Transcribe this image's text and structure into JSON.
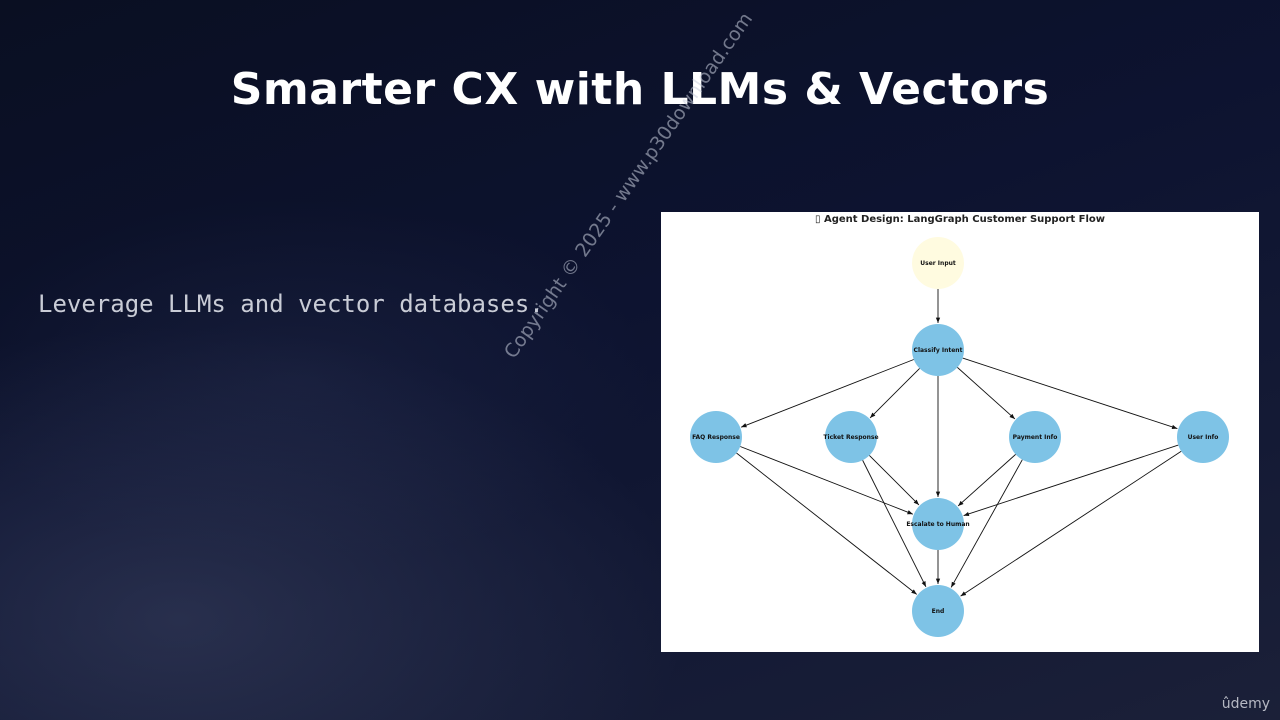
{
  "slide": {
    "title": "Smarter CX with LLMs & Vectors",
    "bullet": "Leverage LLMs and vector databases."
  },
  "watermark": "Copyright © 2025 - www.p30download.com",
  "brand": "ûdemy",
  "diagram": {
    "title": "▯ Agent Design: LangGraph Customer Support Flow",
    "nodes": [
      {
        "id": "user_input",
        "label": "User Input",
        "color": "#fffbe0"
      },
      {
        "id": "classify",
        "label": "Classify Intent",
        "color": "#7ec3e6"
      },
      {
        "id": "faq",
        "label": "FAQ Response",
        "color": "#7ec3e6"
      },
      {
        "id": "ticket",
        "label": "Ticket Response",
        "color": "#7ec3e6"
      },
      {
        "id": "payment",
        "label": "Payment Info",
        "color": "#7ec3e6"
      },
      {
        "id": "user_info",
        "label": "User Info",
        "color": "#7ec3e6"
      },
      {
        "id": "escalate",
        "label": "Escalate to Human",
        "color": "#7ec3e6"
      },
      {
        "id": "end",
        "label": "End",
        "color": "#7ec3e6"
      }
    ],
    "edges": [
      [
        "user_input",
        "classify"
      ],
      [
        "classify",
        "faq"
      ],
      [
        "classify",
        "ticket"
      ],
      [
        "classify",
        "escalate"
      ],
      [
        "classify",
        "payment"
      ],
      [
        "classify",
        "user_info"
      ],
      [
        "faq",
        "escalate"
      ],
      [
        "faq",
        "end"
      ],
      [
        "ticket",
        "escalate"
      ],
      [
        "ticket",
        "end"
      ],
      [
        "payment",
        "escalate"
      ],
      [
        "payment",
        "end"
      ],
      [
        "user_info",
        "escalate"
      ],
      [
        "user_info",
        "end"
      ],
      [
        "escalate",
        "end"
      ]
    ]
  }
}
